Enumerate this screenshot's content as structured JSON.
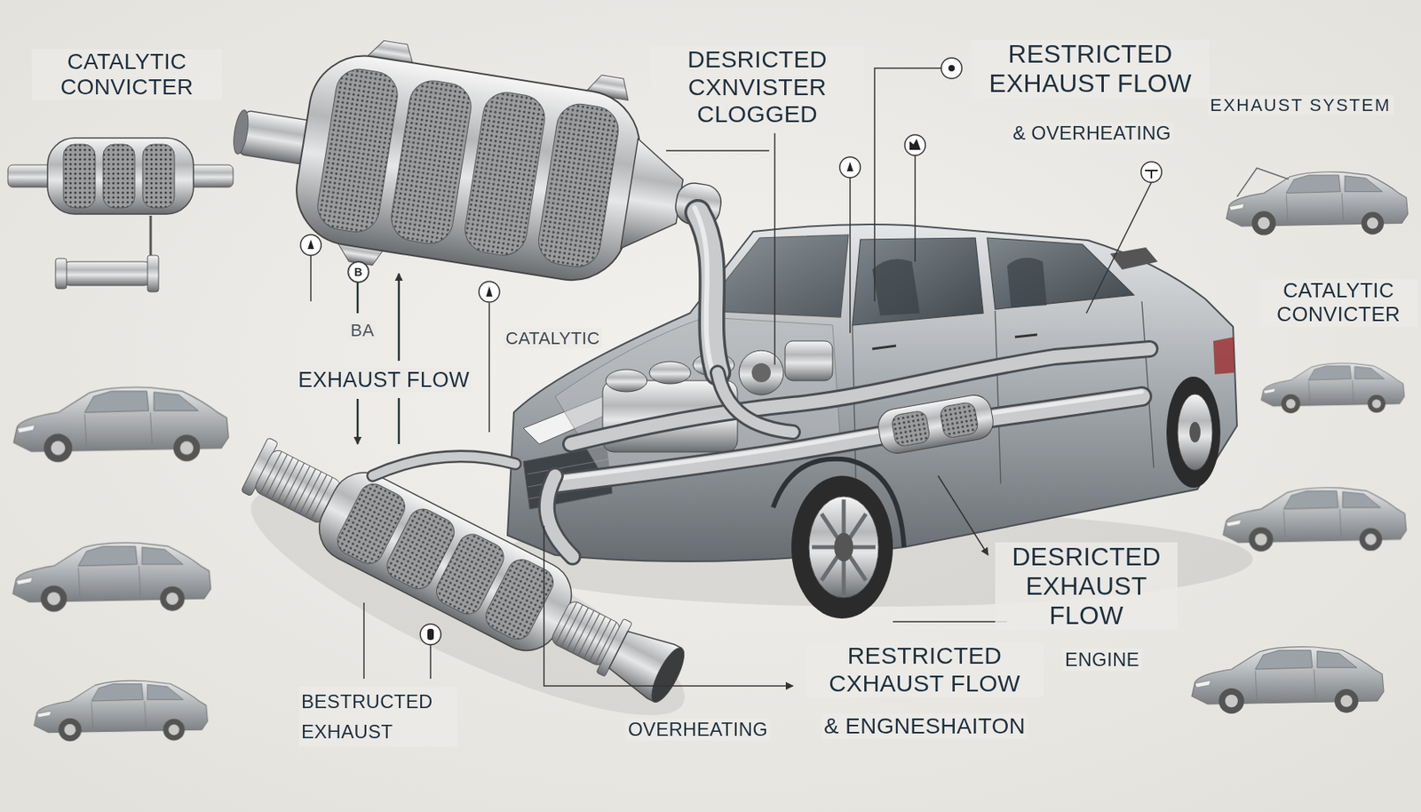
{
  "diagram": {
    "labels": [
      "CATALYTIC CONVICTER",
      "DESRICTED CXNVISTER CLOGGED",
      "RESTRICTED EXHAUST FLOW",
      "& OVERHEATING",
      "EXHAUST SYSTEM",
      "CATALYTIC CONVICTER",
      "BA",
      "EXHAUST FLOW",
      "CATALYTIC",
      "B",
      "DESRICTED EXHAUST FLOW",
      "ENGINE",
      "RESTRICTED CXHAUST FLOW",
      "& ENGNESHAITON",
      "OVERHEATING",
      "BESTRUCTED EXHAUST"
    ]
  }
}
